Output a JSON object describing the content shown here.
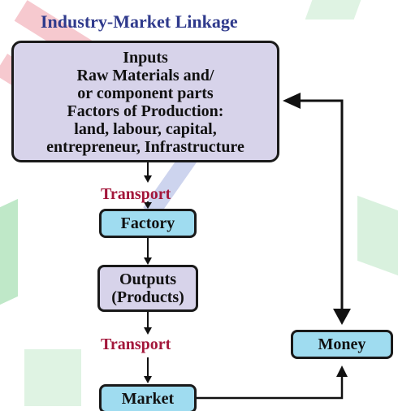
{
  "title": "Industry-Market Linkage",
  "inputs": {
    "lines": [
      "Inputs",
      "Raw Materials and/",
      "or component parts",
      "Factors of Production:",
      "land, labour, capital,",
      "entrepreneur, Infrastructure"
    ]
  },
  "transport_top": "Transport",
  "factory": "Factory",
  "outputs": {
    "line1": "Outputs",
    "line2": "(Products)"
  },
  "transport_bottom": "Transport",
  "market": "Market",
  "money": "Money",
  "colors": {
    "title": "#2f3a8c",
    "transport": "#a3163a",
    "box_lavender": "#d7d3ea",
    "box_blue": "#9fdcf0",
    "outline": "#1a1a1a"
  }
}
